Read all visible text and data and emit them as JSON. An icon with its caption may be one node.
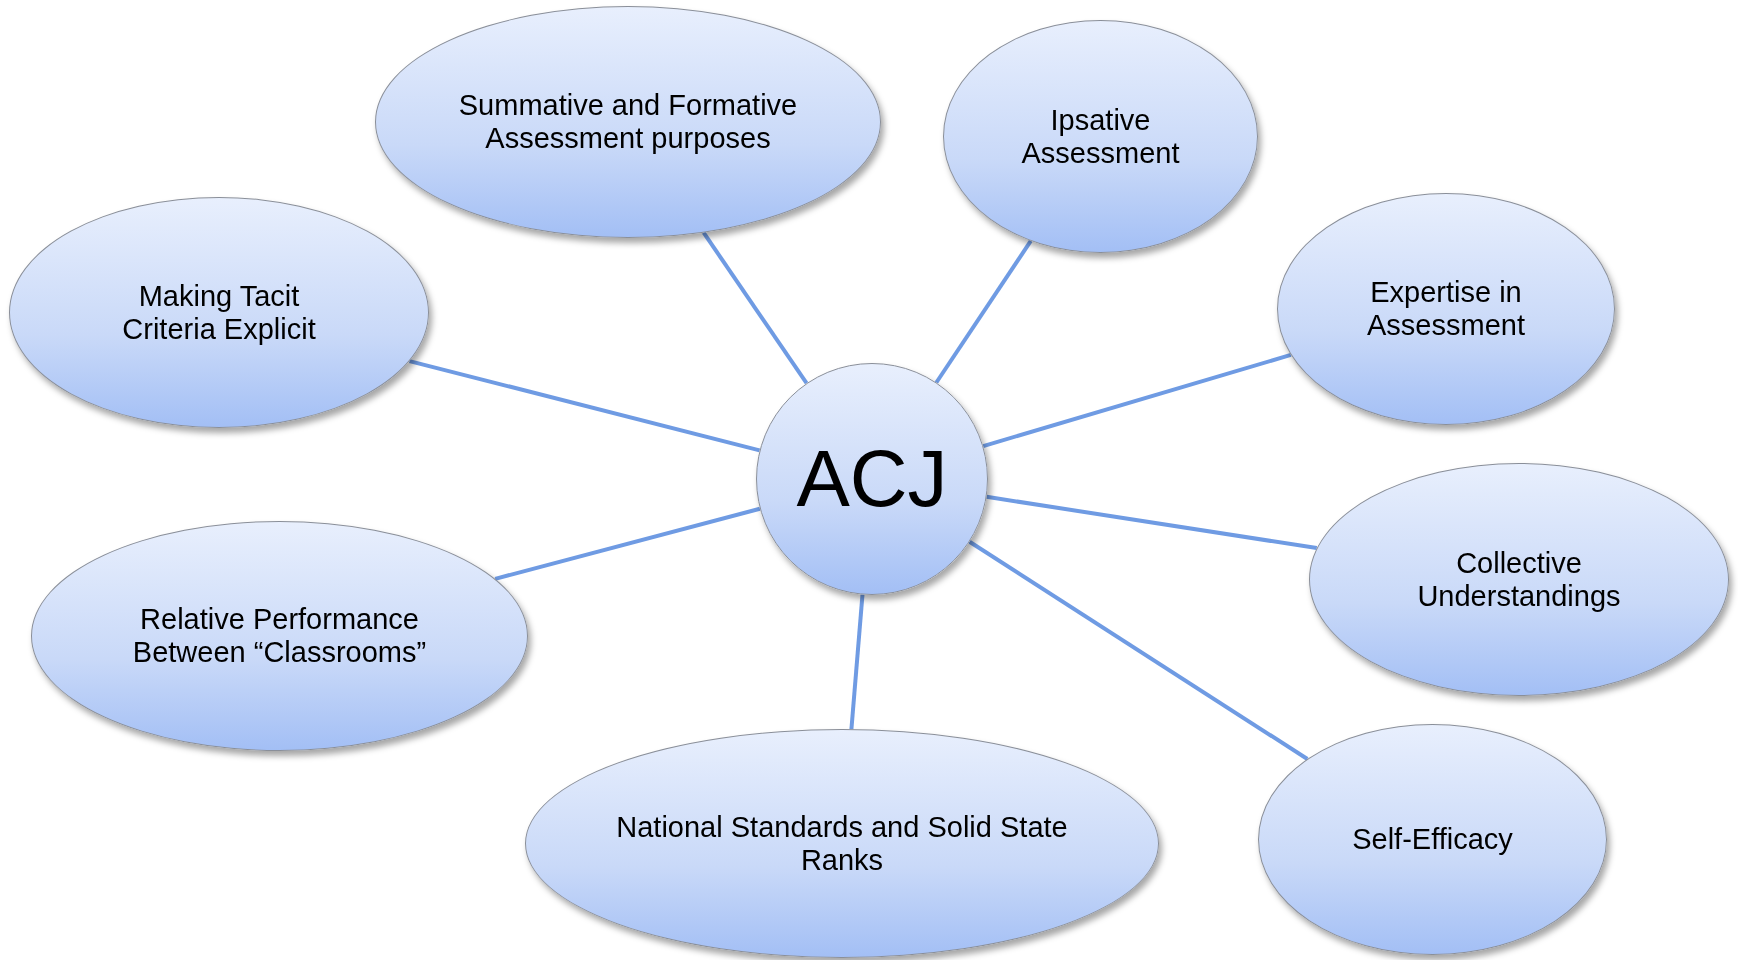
{
  "diagram": {
    "nodes": [
      {
        "text": [
          "Summative and Formative Assessment purposes"
        ]
      },
      {
        "text": [
          "Ipsative Assessment"
        ]
      },
      {
        "text": [
          "Making Tacit Criteria Explicit"
        ]
      },
      {
        "text": [
          "Expertise in Assessment"
        ]
      },
      {
        "text": [
          "ACJ"
        ]
      },
      {
        "text": [
          "Collective Understandings"
        ]
      },
      {
        "text": [
          "Relative Performance Between “Classrooms”"
        ]
      },
      {
        "text": [
          "National Standards and Solid State Ranks"
        ]
      },
      {
        "text": [
          "Self-Efficacy"
        ]
      }
    ],
    "edges": [
      {
        "from": 4,
        "to": 0,
        "arrow": "none"
      },
      {
        "from": 4,
        "to": 1,
        "arrow": "none"
      },
      {
        "from": 4,
        "to": 2,
        "arrow": "none"
      },
      {
        "from": 4,
        "to": 3,
        "arrow": "none"
      },
      {
        "from": 4,
        "to": 5,
        "arrow": "none"
      },
      {
        "from": 4,
        "to": 6,
        "arrow": "none"
      },
      {
        "from": 4,
        "to": 7,
        "arrow": "none"
      },
      {
        "from": 4,
        "to": 8,
        "arrow": "none"
      }
    ]
  }
}
